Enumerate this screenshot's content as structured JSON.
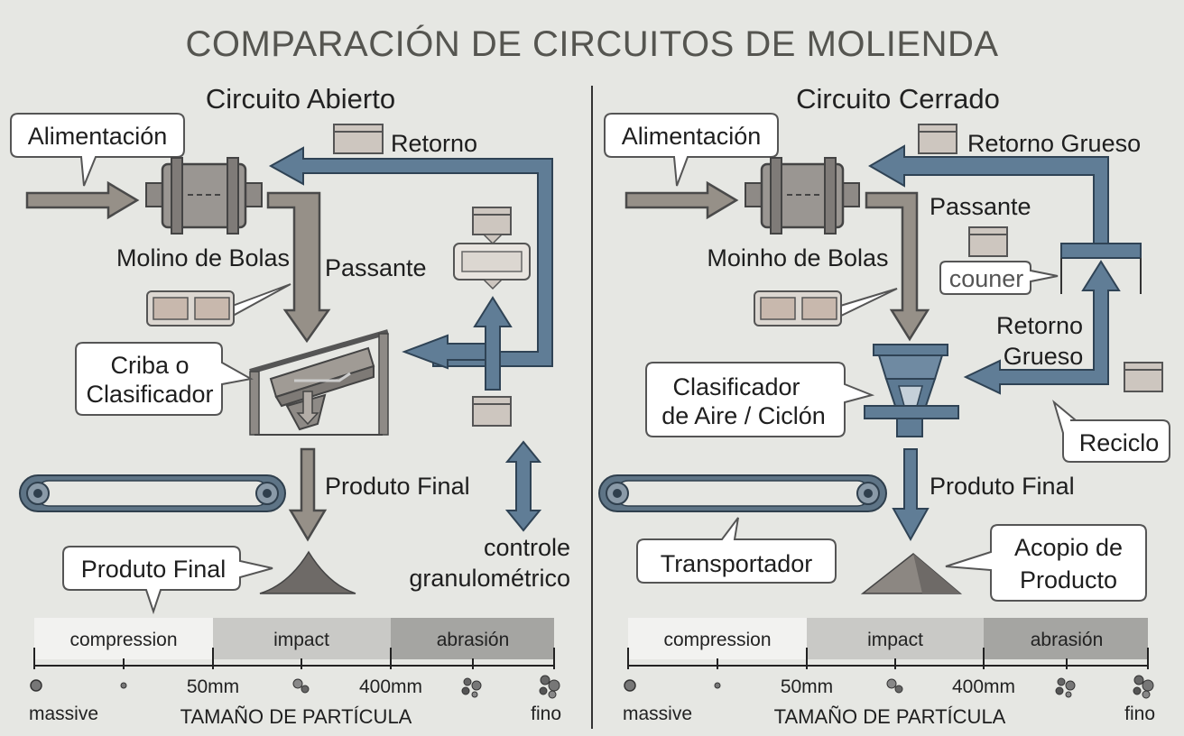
{
  "title": "COMPARACIÓN DE CIRCUITOS DE MOLIENDA",
  "left": {
    "heading": "Circuito Abierto",
    "feed": "Alimentación",
    "return": "Retorno",
    "mill": "Molino de Bolas",
    "passing": "Passante",
    "screen_line1": "Criba o",
    "screen_line2": "Clasificador",
    "final_product_arrow": "Produto Final",
    "final_product_bubble": "Produto Final",
    "control_line1": "controle",
    "control_line2": "granulométrico",
    "scale": {
      "bands": [
        "compression",
        "impact",
        "abrasión"
      ],
      "ticks": [
        "50mm",
        "400mm"
      ],
      "ends": [
        "massive",
        "fino"
      ],
      "axis": "TAMAÑO DE PARTÍCULA"
    }
  },
  "right": {
    "heading": "Circuito Cerrado",
    "feed": "Alimentación",
    "return_top": "Retorno Grueso",
    "mill": "Moinho de Bolas",
    "passing": "Passante",
    "counter": "couner",
    "return_mid_line1": "Retorno",
    "return_mid_line2": "Grueso",
    "classifier_line1": "Clasificador",
    "classifier_line2": "de Aire / Ciclón",
    "recycle": "Reciclo",
    "final_product_arrow": "Produto Final",
    "conveyor": "Transportador",
    "stock_line1": "Acopio de",
    "stock_line2": "Producto",
    "scale": {
      "bands": [
        "compression",
        "impact",
        "abrasión"
      ],
      "ticks": [
        "50mm",
        "400mm"
      ],
      "ends": [
        "massive",
        "fino"
      ],
      "axis": "TAMAÑO DE PARTÍCULA"
    }
  },
  "colors": {
    "flow_gray": "#969088",
    "flow_blue": "#607d96",
    "background": "#e6e7e3"
  }
}
